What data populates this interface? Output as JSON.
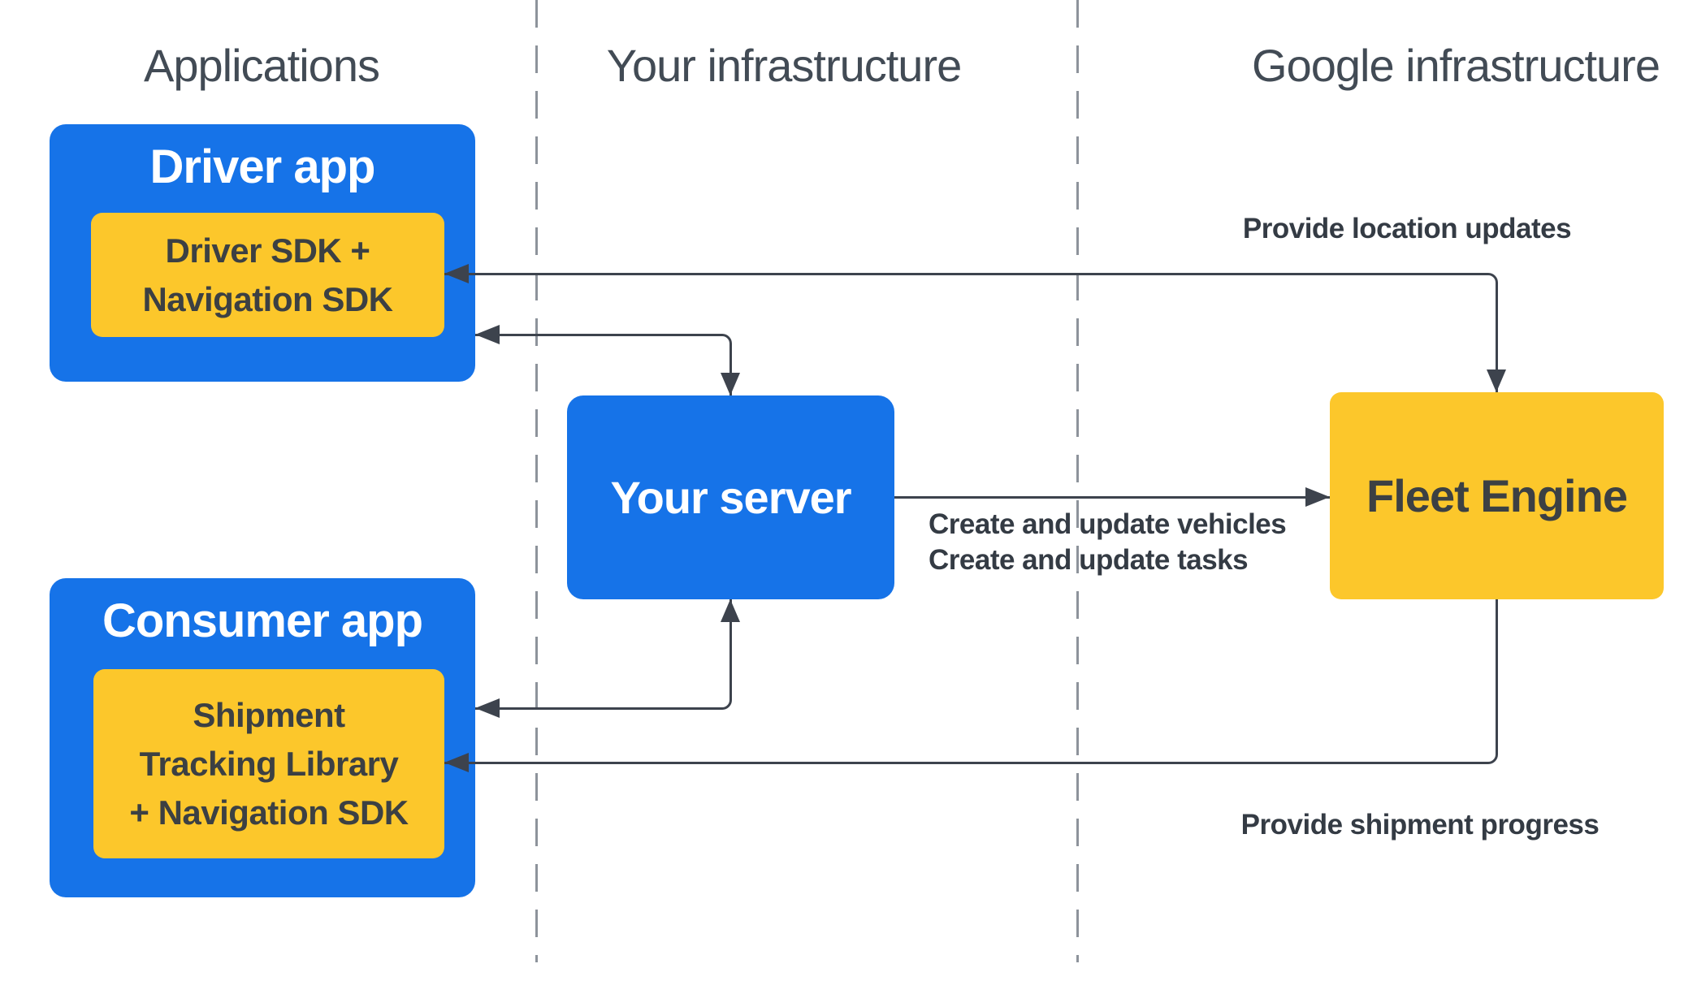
{
  "columns": [
    {
      "label": "Applications"
    },
    {
      "label": "Your infrastructure"
    },
    {
      "label": "Google infrastructure"
    }
  ],
  "nodes": {
    "driver_app": {
      "title": "Driver app"
    },
    "driver_sdk": {
      "lines": [
        "Driver SDK +",
        "Navigation SDK"
      ]
    },
    "consumer_app": {
      "title": "Consumer app"
    },
    "consumer_sdk": {
      "lines": [
        "Shipment",
        "Tracking Library",
        "+ Navigation SDK"
      ]
    },
    "your_server": {
      "title": "Your server"
    },
    "fleet_engine": {
      "title": "Fleet Engine"
    }
  },
  "edges": {
    "location_updates": {
      "label": "Provide location updates"
    },
    "server_calls": {
      "lines": [
        "Create and update vehicles",
        "Create and update tasks"
      ]
    },
    "shipment_progress": {
      "label": "Provide shipment progress"
    }
  },
  "colors": {
    "blue": "#1673e8",
    "yellow": "#fcc72b",
    "line": "#3d434d",
    "label_text": "#343b44",
    "header_text": "#424b55",
    "sdk_text": "#3c4043",
    "dash": "#8d939b",
    "white": "#ffffff"
  }
}
